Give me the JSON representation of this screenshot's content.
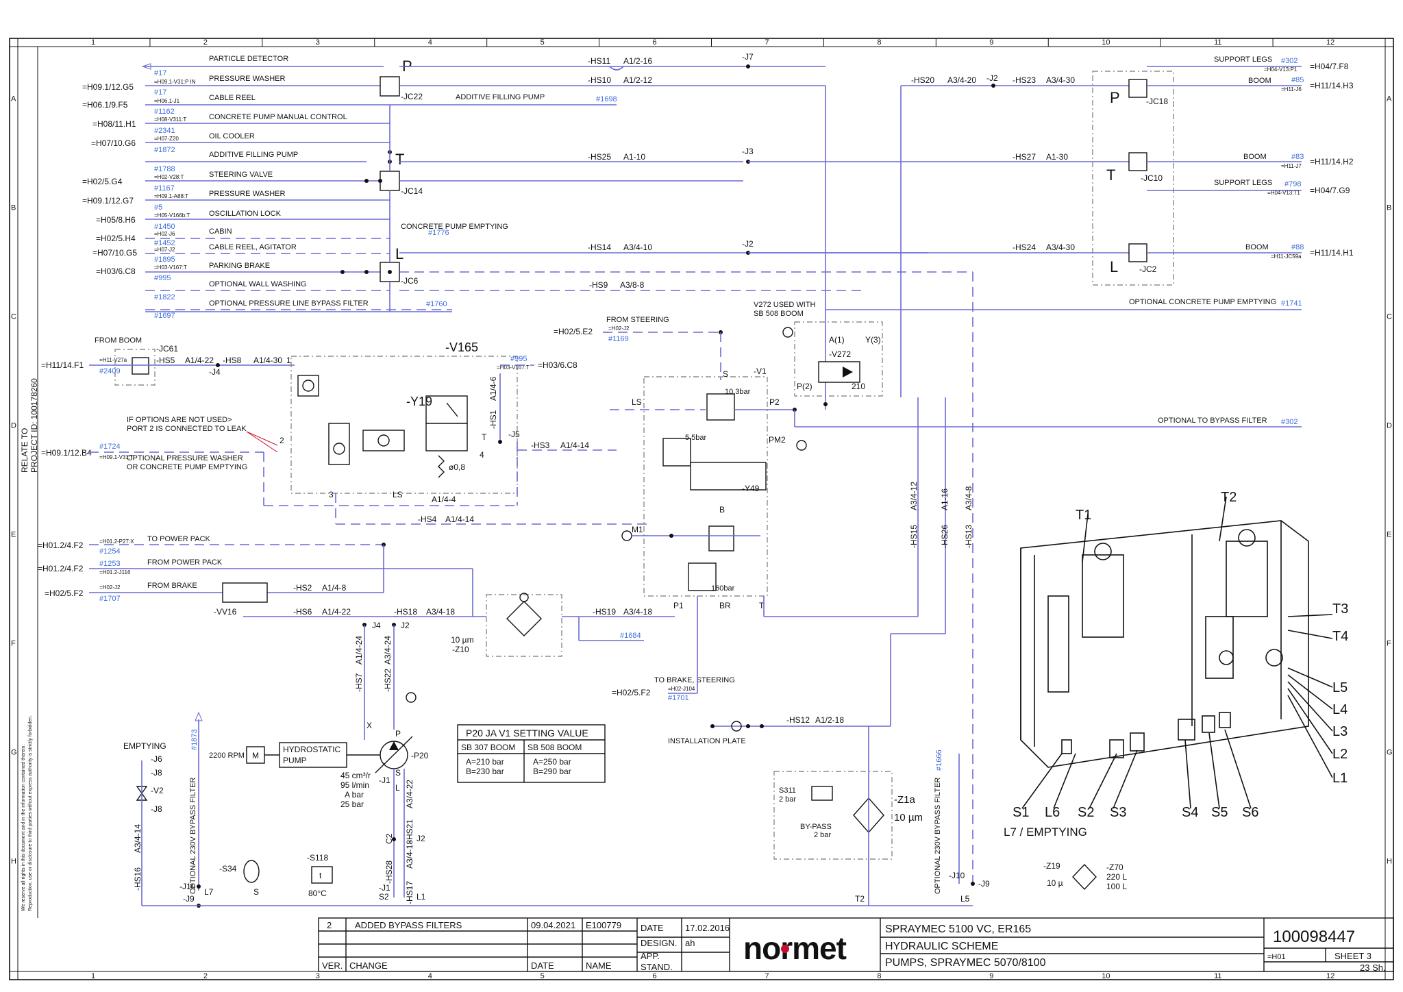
{
  "grid": {
    "columns": [
      "1",
      "2",
      "3",
      "4",
      "5",
      "6",
      "7",
      "8",
      "9",
      "10",
      "11",
      "12"
    ],
    "rows": [
      "A",
      "B",
      "C",
      "D",
      "E",
      "F",
      "G",
      "H"
    ]
  },
  "colors": {
    "line": "#6a6ad6",
    "ref": "#3b6ed8",
    "logo_accent": "#c8102e"
  },
  "side_notes": {
    "relate_to_1": "RELATE TO",
    "relate_to_2": "PROJECT ID: 100178260",
    "disclaimer_1": "We reserve all rights in this document and in the information contained therein.",
    "disclaimer_2": "Reproduction, use or disclosure to third parties without express authority is strictly forbidden."
  },
  "left_refs": [
    {
      "sheet": "=H09.1/12.G5",
      "ref": "#17",
      "code": "=H09.1-V31:P IN",
      "label": "PRESSURE WASHER"
    },
    {
      "sheet": "=H06.1/9.F5",
      "ref": "#17",
      "code": "=H06.1-J1",
      "label": "CABLE REEL"
    },
    {
      "sheet": "=H08/11.H1",
      "ref": "#1162",
      "code": "=H08-V311:T",
      "label": "CONCRETE PUMP MANUAL CONTROL"
    },
    {
      "sheet": "=H07/10.G6",
      "ref": "#2341",
      "code": "=H07-Z20",
      "label": "OIL COOLER"
    },
    {
      "sheet": "",
      "ref": "#1872",
      "code": "",
      "label": "ADDITIVE FILLING PUMP"
    },
    {
      "sheet": "=H02/5.G4",
      "ref": "#1788",
      "code": "=H02-V28:T",
      "label": "STEERING VALVE"
    },
    {
      "sheet": "=H09.1/12.G7",
      "ref": "#1167",
      "code": "=H09.1-A88:T",
      "label": "PRESSURE WASHER"
    },
    {
      "sheet": "=H05/8.H6",
      "ref": "#5",
      "code": "=H05-V166b:T",
      "label": "OSCILLATION LOCK"
    },
    {
      "sheet": "=H02/5.H4",
      "ref": "#1450",
      "code": "=H02-J6",
      "label": "CABIN"
    },
    {
      "sheet": "=H07/10.G5",
      "ref": "#1452",
      "code": "=H07-J2",
      "label": "CABLE REEL, AGITATOR"
    },
    {
      "sheet": "=H03/6.C8",
      "ref": "#1895",
      "code": "=H03-V167:T",
      "label": "PARKING BRAKE"
    },
    {
      "sheet": "",
      "ref": "#995",
      "code": "",
      "label": "OPTIONAL WALL WASHING"
    },
    {
      "sheet": "",
      "ref": "#1822",
      "code": "",
      "label": "OPTIONAL PRESSURE LINE BYPASS FILTER"
    }
  ],
  "top_labels": {
    "particle_detector": "PARTICLE DETECTOR",
    "ref_1697": "#1697",
    "ref_1760": "#1760",
    "concrete_emptying": "CONCRETE PUMP EMPTYING",
    "ref_1776": "#1776",
    "additive_pump": "ADDITIVE FILLING PUMP",
    "ref_1698": "#1698"
  },
  "manifolds": {
    "p_letter": "P",
    "p_code": "-JC22",
    "t_letter": "T",
    "t_code": "-JC14",
    "l_letter": "L",
    "l_code": "-JC6",
    "p2_letter": "P",
    "p2_code": "-JC18",
    "t2_letter": "T",
    "t2_code": "-JC10",
    "l2_letter": "L",
    "l2_code": "-JC2"
  },
  "hoses": {
    "hs11": "-HS11",
    "hs11_size": "A1/2-16",
    "hs10": "-HS10",
    "hs10_size": "A1/2-12",
    "j7": "-J7",
    "hs25": "-HS25",
    "hs25_size": "A1-10",
    "j3": "-J3",
    "hs14": "-HS14",
    "hs14_size": "A3/4-10",
    "j2a": "-J2",
    "hs9": "-HS9",
    "hs9_size": "A3/8-8",
    "hs20": "-HS20",
    "hs20_size": "A3/4-20",
    "j2b": "-J2",
    "hs23": "-HS23",
    "hs23_size": "A3/4-30",
    "hs27": "-HS27",
    "hs27_size": "A1-30",
    "hs24": "-HS24",
    "hs24_size": "A3/4-30"
  },
  "right_refs": [
    {
      "label": "SUPPORT LEGS",
      "ref": "#302",
      "code": "=H04-V13:P1",
      "sheet": "=H04/7.F8"
    },
    {
      "label": "BOOM",
      "ref": "#85",
      "code": "=H11-J6",
      "sheet": "=H11/14.H3"
    },
    {
      "label": "BOOM",
      "ref": "#83",
      "code": "=H11-J7",
      "sheet": "=H11/14.H2"
    },
    {
      "label": "SUPPORT LEGS",
      "ref": "#798",
      "code": "=H04-V13:T1",
      "sheet": "=H04/7.G9"
    },
    {
      "label": "BOOM",
      "ref": "#88",
      "code": "=H11-JC59a",
      "sheet": "=H11/14.H1"
    }
  ],
  "right_lines": {
    "conc_emptying": "OPTIONAL CONCRETE PUMP EMPTYING",
    "conc_ref": "#1741",
    "bypass": "OPTIONAL TO BYPASS FILTER",
    "bypass_ref": "#302"
  },
  "middle": {
    "from_boom": "FROM BOOM",
    "jc61": "-JC61",
    "h11": "=H11/14.F1",
    "h11_code": "=H11-V27a",
    "ref_2409": "#2409",
    "hs5": "-HS5",
    "hs5_size": "A1/4-22",
    "j4": "-J4",
    "hs8": "-HS8",
    "hs8_size": "A1/4-30",
    "one": "1",
    "v165": "-V165",
    "ref_995": "#995",
    "h03_code": "=H03-V167:T",
    "h03": "=H03/6.C8",
    "y19": "-Y19",
    "hs1": "-HS1",
    "hs1_size": "A1/4-6",
    "t": "T",
    "j5": "-J5",
    "note_1": "IF OPTIONS ARE NOT USED>",
    "note_2": "PORT 2 IS CONNECTED TO LEAK",
    "two": "2",
    "h09": "=H09.1/12.B4",
    "ref_1724": "#1724",
    "h09_code": "=H09.1-V31:T",
    "opt_1": "OPTIONAL PRESSURE WASHER",
    "opt_2": "OR CONCRETE PUMP EMPTYING",
    "three": "3",
    "ls": "LS",
    "four": "4",
    "orifice": "ø0,8",
    "a14_4": "A1/4-4",
    "hs3": "-HS3",
    "hs3_size": "A1/4-14",
    "hs4": "-HS4",
    "hs4_size": "A1/4-14",
    "from_steering": "FROM STEERING",
    "h02e2": "=H02/5.E2",
    "h02_j2": "=H02-J2",
    "ref_1169": "#1169",
    "v1": "-V1",
    "s": "S",
    "bar103": "10.3bar",
    "ls2": "LS",
    "p2": "P2",
    "pm2": "PM2",
    "bar55": "5.5bar",
    "y49": "-Y49",
    "b": "B",
    "m1": "M1",
    "bar160": "160bar",
    "p1": "P1",
    "br": "BR",
    "t2": "T",
    "v272_1": "V272 USED WITH",
    "v272_2": "SB 508 BOOM",
    "v272": "-V272",
    "a1": "A(1)",
    "y3": "Y(3)",
    "p2b": "P(2)",
    "v210": "210"
  },
  "lower": {
    "power_pack_to": "TO POWER PACK",
    "h01_f2a": "=H01.2/4.F2",
    "h01_p27": "=H01.2-P27:X",
    "ref_1254": "#1254",
    "power_pack_from": "FROM POWER PACK",
    "h01_f2b": "=H01.2/4.F2",
    "h01_j116": "=H01.2-J116",
    "ref_1253": "#1253",
    "from_brake": "FROM BRAKE",
    "h02_f2": "=H02/5.F2",
    "h02_j2": "=H02-J2",
    "ref_1707": "#1707",
    "vv16": "-VV16",
    "hs2": "-HS2",
    "hs2_size": "A1/4-8",
    "hs6": "-HS6",
    "hs6_size": "A1/4-22",
    "j4": "J4",
    "j2": "J2",
    "hs18": "-HS18",
    "hs18_size": "A3/4-18",
    "filter_1": "10 µm",
    "filter_2": "-Z10",
    "hs19": "-HS19",
    "hs19_size": "A3/4-18",
    "ref_1684": "#1684",
    "hs7": "-HS7",
    "hs7_size": "A1/4-24",
    "hs22": "-HS22",
    "hs22_size": "A3/4-24",
    "to_brake": "TO BRAKE, STEERING",
    "h02_f2b": "=H02/5.F2",
    "h02_j104": "=H02-J104",
    "ref_1701": "#1701",
    "hs12": "-HS12",
    "hs12_size": "A1/2-18",
    "install_plate": "INSTALLATION PLATE",
    "hs15": "-HS15",
    "hs15_size": "A3/4-12",
    "hs26": "-HS26",
    "hs26_size": "A1-16",
    "hs13": "-HS13",
    "hs13_size": "A3/4-8"
  },
  "settings": {
    "title": "P20 JA V1 SETTING VALUE",
    "col1": "SB 307 BOOM",
    "col2": "SB 508 BOOM",
    "a1": "A=210 bar",
    "b1": "B=230 bar",
    "a2": "A=250 bar",
    "b2": "B=290 bar"
  },
  "pump": {
    "rpm": "2200 RPM",
    "motor": "M",
    "hydro_1": "HYDROSTATIC",
    "hydro_2": "PUMP",
    "x": "X",
    "p": "P",
    "p20": "-P20",
    "disp": "45 cm³/r",
    "flow": "95 l/min",
    "a": "A bar",
    "b": "25 bar",
    "j1": "-J1",
    "s": "S",
    "l": "L",
    "hs21": "-HS21",
    "hs21_size": "A3/4-22",
    "j2": "J2",
    "hs28": "-HS28",
    "hs28_size": "C2",
    "hs17": "-HS17",
    "hs17_size": "A3/4-18",
    "j1b": "-J1",
    "s2": "S2",
    "l1": "L1"
  },
  "bottom_left": {
    "emptying": "EMPTYING",
    "j6": "-J6",
    "j8": "-J8",
    "v2": "-V2",
    "j8b": "-J8",
    "filter_230": "OPTIONAL 230V BYPASS FILTER",
    "ref_1873": "#1873",
    "hs16": "-HS16",
    "hs16_size": "A3/4-14",
    "j10": "-J10",
    "j9": "-J9",
    "l7": "L7",
    "s34": "-S34",
    "s34_s": "S",
    "s118": "-S118",
    "s118_t": "t",
    "s118_temp": "80°C"
  },
  "z1a": {
    "s311": "S311",
    "s311_bar": "2 bar",
    "bypass": "BY-PASS",
    "bypass_bar": "2 bar",
    "z1a": "-Z1a",
    "micron": "10 µm",
    "t2": "T2",
    "filter_230": "OPTIONAL 230V BYPASS FILTER",
    "ref_1666": "#1666",
    "j10": "-J10",
    "j9": "-J9",
    "l5": "L5",
    "z19": "-Z19",
    "z19_micron": "10 µ",
    "z70": "-Z70",
    "z70_1": "220 L",
    "z70_2": "100 L"
  },
  "tank_labels": {
    "t1": "T1",
    "t2": "T2",
    "t3": "T3",
    "t4": "T4",
    "l5": "L5",
    "l4": "L4",
    "l3": "L3",
    "l2": "L2",
    "l1": "L1",
    "s1": "S1",
    "l6": "L6",
    "s2": "S2",
    "s3": "S3",
    "s4": "S4",
    "s5": "S5",
    "s6": "S6",
    "l7": "L7 / EMPTYING"
  },
  "title_block": {
    "rev_no": "2",
    "rev_text": "ADDED BYPASS FILTERS",
    "rev_date": "09.04.2021",
    "rev_name": "E100779",
    "ver": "VER.",
    "change": "CHANGE",
    "date": "DATE",
    "name": "NAME",
    "date_label": "DATE",
    "date_value": "17.02.2016",
    "design_label": "DESIGN.",
    "design_value": "ah",
    "app_label": "APP.",
    "stand_label": "STAND.",
    "logo": "normet",
    "title_1": "SPRAYMEC 5100 VC, ER165",
    "title_2": "HYDRAULIC SCHEME",
    "title_3": "PUMPS, SPRAYMEC 5070/8100",
    "doc_no": "100098447",
    "group": "=H01",
    "sheet": "SHEET 3",
    "sheets": "23 Sh."
  }
}
